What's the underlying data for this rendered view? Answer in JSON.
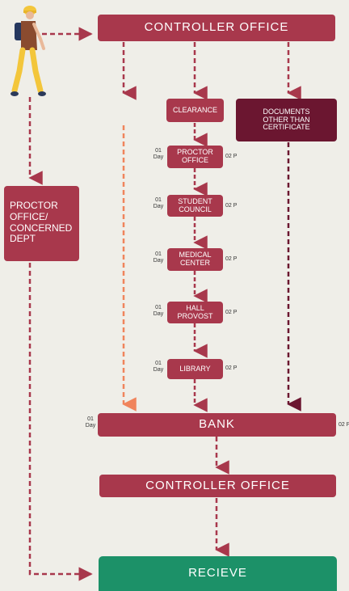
{
  "colors": {
    "background": "#efeee8",
    "box_maroon": "#a8384c",
    "box_dark_maroon": "#6b1630",
    "box_green": "#1c9168",
    "arrow_maroon": "#a8384c",
    "arrow_orange": "#f0845c",
    "arrow_dark": "#6b1630"
  },
  "nodes": {
    "controller_top": "CONTROLLER OFFICE",
    "clearance": "CLEARANCE",
    "documents": "DOCUMENTS OTHER THAN CERTIFICATE",
    "proctor_concerned": "PROCTOR OFFICE/ CONCERNED DEPT",
    "proctor_office": "PROCTOR OFFICE",
    "student_council": "STUDENT COUNCIL",
    "medical_center": "MEDICAL CENTER",
    "hall_provost": "HALL PROVOST",
    "library": "LIBRARY",
    "bank": "BANK",
    "controller_bottom": "CONTROLLER OFFICE",
    "receive": "RECIEVE"
  },
  "day_tags": {
    "num": "01",
    "unit": "Day",
    "right": "02 P"
  },
  "icons": {
    "person": "walking-student-icon"
  }
}
